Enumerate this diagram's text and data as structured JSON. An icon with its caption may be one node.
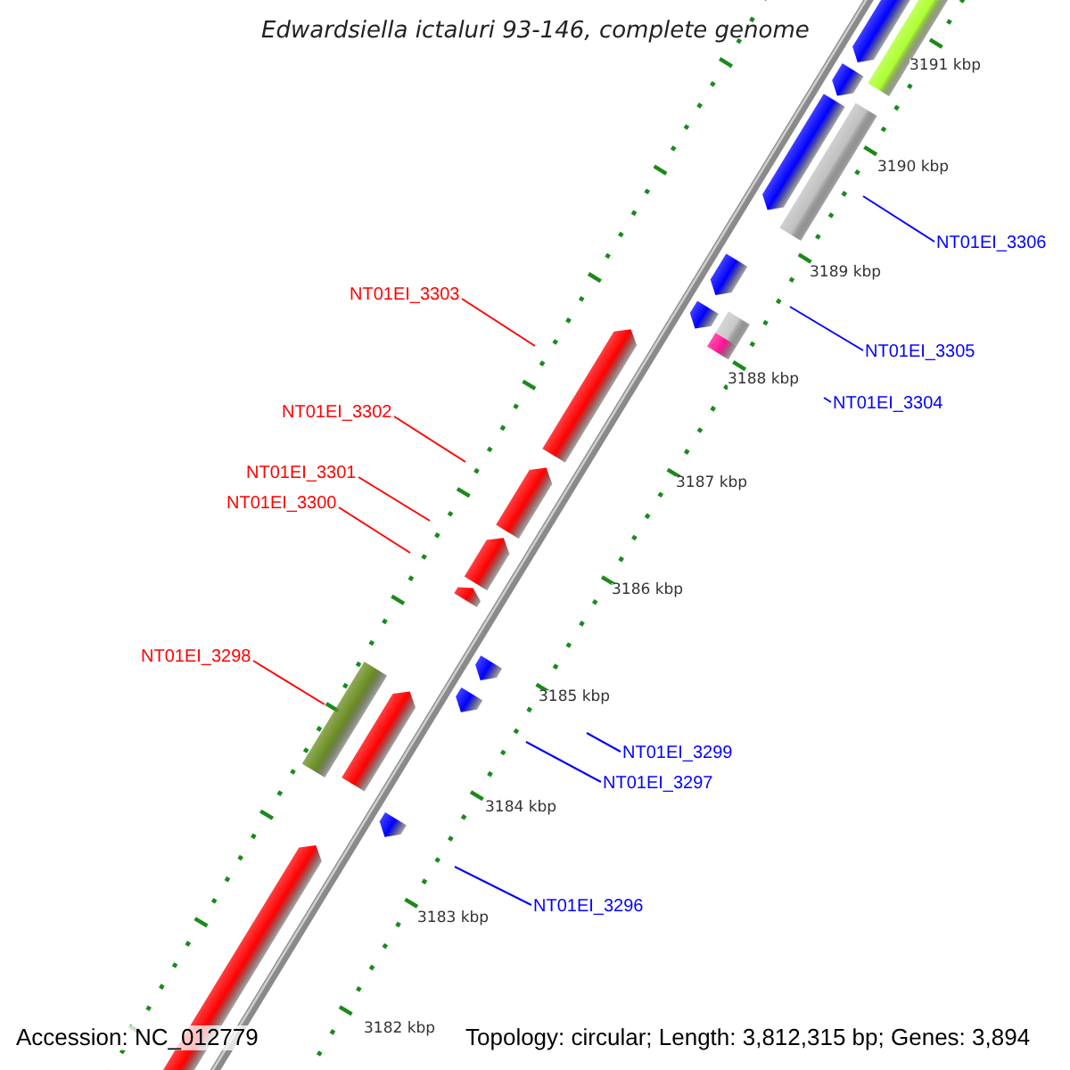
{
  "diagram": {
    "title": "Edwardsiella ictaluri 93-146, complete genome",
    "nodes": [
      {
        "text": [
          "NT01EI_3306"
        ]
      },
      {
        "text": [
          "NT01EI_3303"
        ]
      },
      {
        "text": [
          "NT01EI_3305"
        ]
      },
      {
        "text": [
          "NT01EI_3304"
        ]
      },
      {
        "text": [
          "NT01EI_3302"
        ]
      },
      {
        "text": [
          "NT01EI_3301"
        ]
      },
      {
        "text": [
          "NT01EI_3300"
        ]
      },
      {
        "text": [
          "NT01EI_3298"
        ]
      },
      {
        "text": [
          "NT01EI_3299"
        ]
      },
      {
        "text": [
          "NT01EI_3297"
        ]
      },
      {
        "text": [
          "NT01EI_3296"
        ]
      }
    ],
    "edges": [
      {
        "from": 0,
        "to": null,
        "arrow": "none"
      },
      {
        "from": 1,
        "to": null,
        "arrow": "none",
        "color": "#ff0000"
      },
      {
        "from": 2,
        "to": null,
        "arrow": "none"
      },
      {
        "from": 3,
        "to": null,
        "arrow": "none"
      },
      {
        "from": 4,
        "to": null,
        "arrow": "none",
        "color": "#ff0000"
      },
      {
        "from": 5,
        "to": null,
        "arrow": "none",
        "color": "#ff0000"
      },
      {
        "from": 6,
        "to": null,
        "arrow": "none",
        "color": "#ff0000"
      },
      {
        "from": 7,
        "to": null,
        "arrow": "none",
        "color": "#ff0000"
      },
      {
        "from": 8,
        "to": null,
        "arrow": "none"
      },
      {
        "from": 9,
        "to": null,
        "arrow": "none"
      },
      {
        "from": 10,
        "to": null,
        "arrow": "none"
      }
    ],
    "labels": [
      "3191 kbp",
      "3190 kbp",
      "3189 kbp",
      "3188 kbp",
      "3187 kbp",
      "3186 kbp",
      "3185 kbp",
      "3184 kbp",
      "3183 kbp",
      "Accession: NC_012779",
      "3182 kbp",
      "Topology: circular; Length: 3,812,315 bp; Genes: 3,894"
    ]
  }
}
